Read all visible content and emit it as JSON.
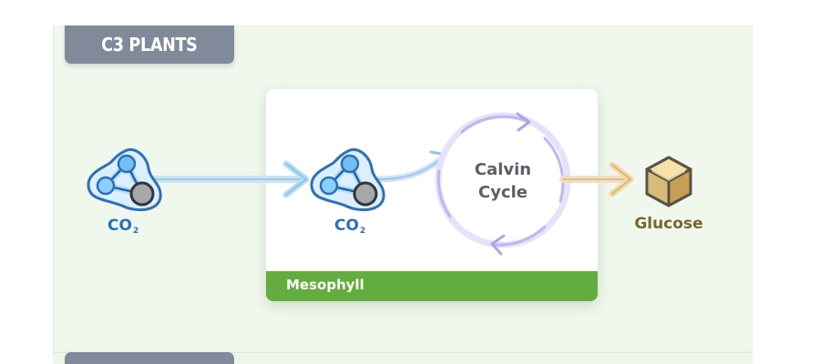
{
  "header": {
    "title": "C3 PLANTS"
  },
  "molecules": {
    "left": {
      "main": "CO",
      "subscript": "2"
    },
    "inside": {
      "main": "CO",
      "subscript": "2"
    }
  },
  "cycle": {
    "line1": "Calvin",
    "line2": "Cycle"
  },
  "product": {
    "label": "Glucose"
  },
  "compartment": {
    "label": "Mesophyll"
  },
  "colors": {
    "panel_bg": "#f0f7ec",
    "tab_gray": "#818a9b",
    "mesophyll_green": "#63ad3e",
    "co2_blue": "#2b6fbd",
    "cycle_lilac": "#b9b5ef",
    "glucose_gold": "#d8b86d"
  },
  "icons": {
    "co2": "co2-molecule-icon",
    "flow_arrow": "flow-arrow-icon",
    "cycle": "calvin-cycle-icon",
    "glucose": "glucose-cube-icon"
  }
}
